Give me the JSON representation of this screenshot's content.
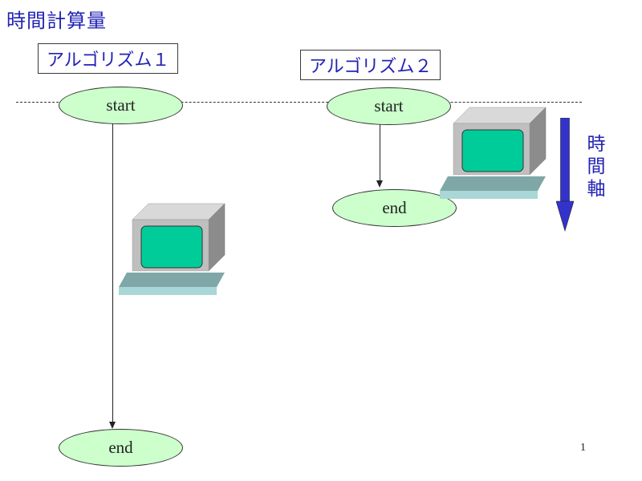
{
  "page_title": "時間計算量",
  "algorithm_1": {
    "label": "アルゴリズム１",
    "start": "start",
    "end": "end"
  },
  "algorithm_2": {
    "label": "アルゴリズム２",
    "start": "start",
    "end": "end"
  },
  "time_axis": {
    "label": "時\n間\n軸",
    "color": "#3333cc"
  },
  "page_number": "1",
  "colors": {
    "title_text": "#2323b4",
    "node_fill": "#ccffcc",
    "screen": "#00cc99",
    "monitor": "#bfbfbf"
  },
  "icons": [
    "computer-icon",
    "arrow-down-icon"
  ]
}
